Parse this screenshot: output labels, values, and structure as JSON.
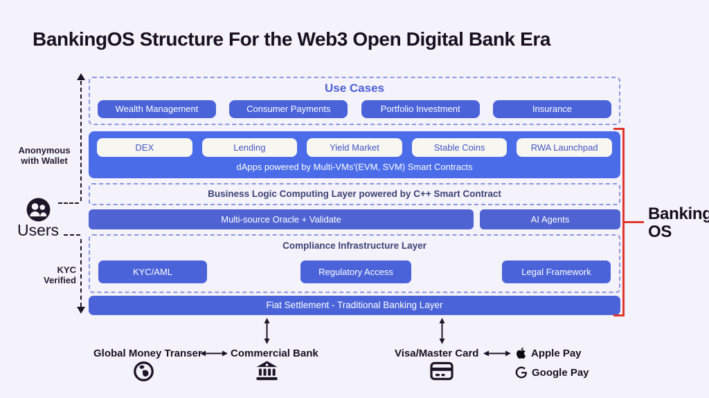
{
  "title": "BankingOS Structure For the Web3 Open Digital Bank Era",
  "colors": {
    "background": "#f4f2fb",
    "button_blue": "#4a63d9",
    "dapps_container_blue": "#4a6ce9",
    "bar_blue": "#4f63d2",
    "pill_background": "#f7f6f0",
    "pill_text_blue": "#4456c7",
    "dashed_border_blue": "#8a96de",
    "heading_blue": "#4a5fd4",
    "layer_text_navy": "#3d4273",
    "bracket_red": "#e0352b",
    "ink": "#18101f"
  },
  "left_rail": {
    "anonymous_line1": "Anonymous",
    "anonymous_line2": "with Wallet",
    "users_label": "Users",
    "kyc_line1": "KYC",
    "kyc_line2": "Verified"
  },
  "use_cases": {
    "title": "Use Cases",
    "items": [
      "Wealth Management",
      "Consumer Payments",
      "Portfolio Investment",
      "Insurance"
    ]
  },
  "dapps": {
    "items": [
      "DEX",
      "Lending",
      "Yield Market",
      "Stable Coins",
      "RWA Launchpad"
    ],
    "caption": "dApps powered by Multi-VMs'(EVM, SVM) Smart Contracts"
  },
  "business_logic": {
    "label": "Business Logic Computing Layer powered by C++ Smart Contract"
  },
  "oracle_row": {
    "left": "Multi-source Oracle + Validate",
    "right": "AI Agents"
  },
  "compliance": {
    "title": "Compliance Infrastructure Layer",
    "items": [
      "KYC/AML",
      "Regulatory Access",
      "Legal Framework"
    ]
  },
  "fiat": {
    "label": "Fiat Settlement - Traditional Banking Layer"
  },
  "banking_os": {
    "line1": "Banking",
    "line2": "OS"
  },
  "bottom": {
    "global_money_transfer": "Global Money Transer",
    "commercial_bank": "Commercial Bank",
    "visa_master_card": "Visa/Master Card",
    "apple_pay": "Apple Pay",
    "google_pay": "Google Pay"
  }
}
